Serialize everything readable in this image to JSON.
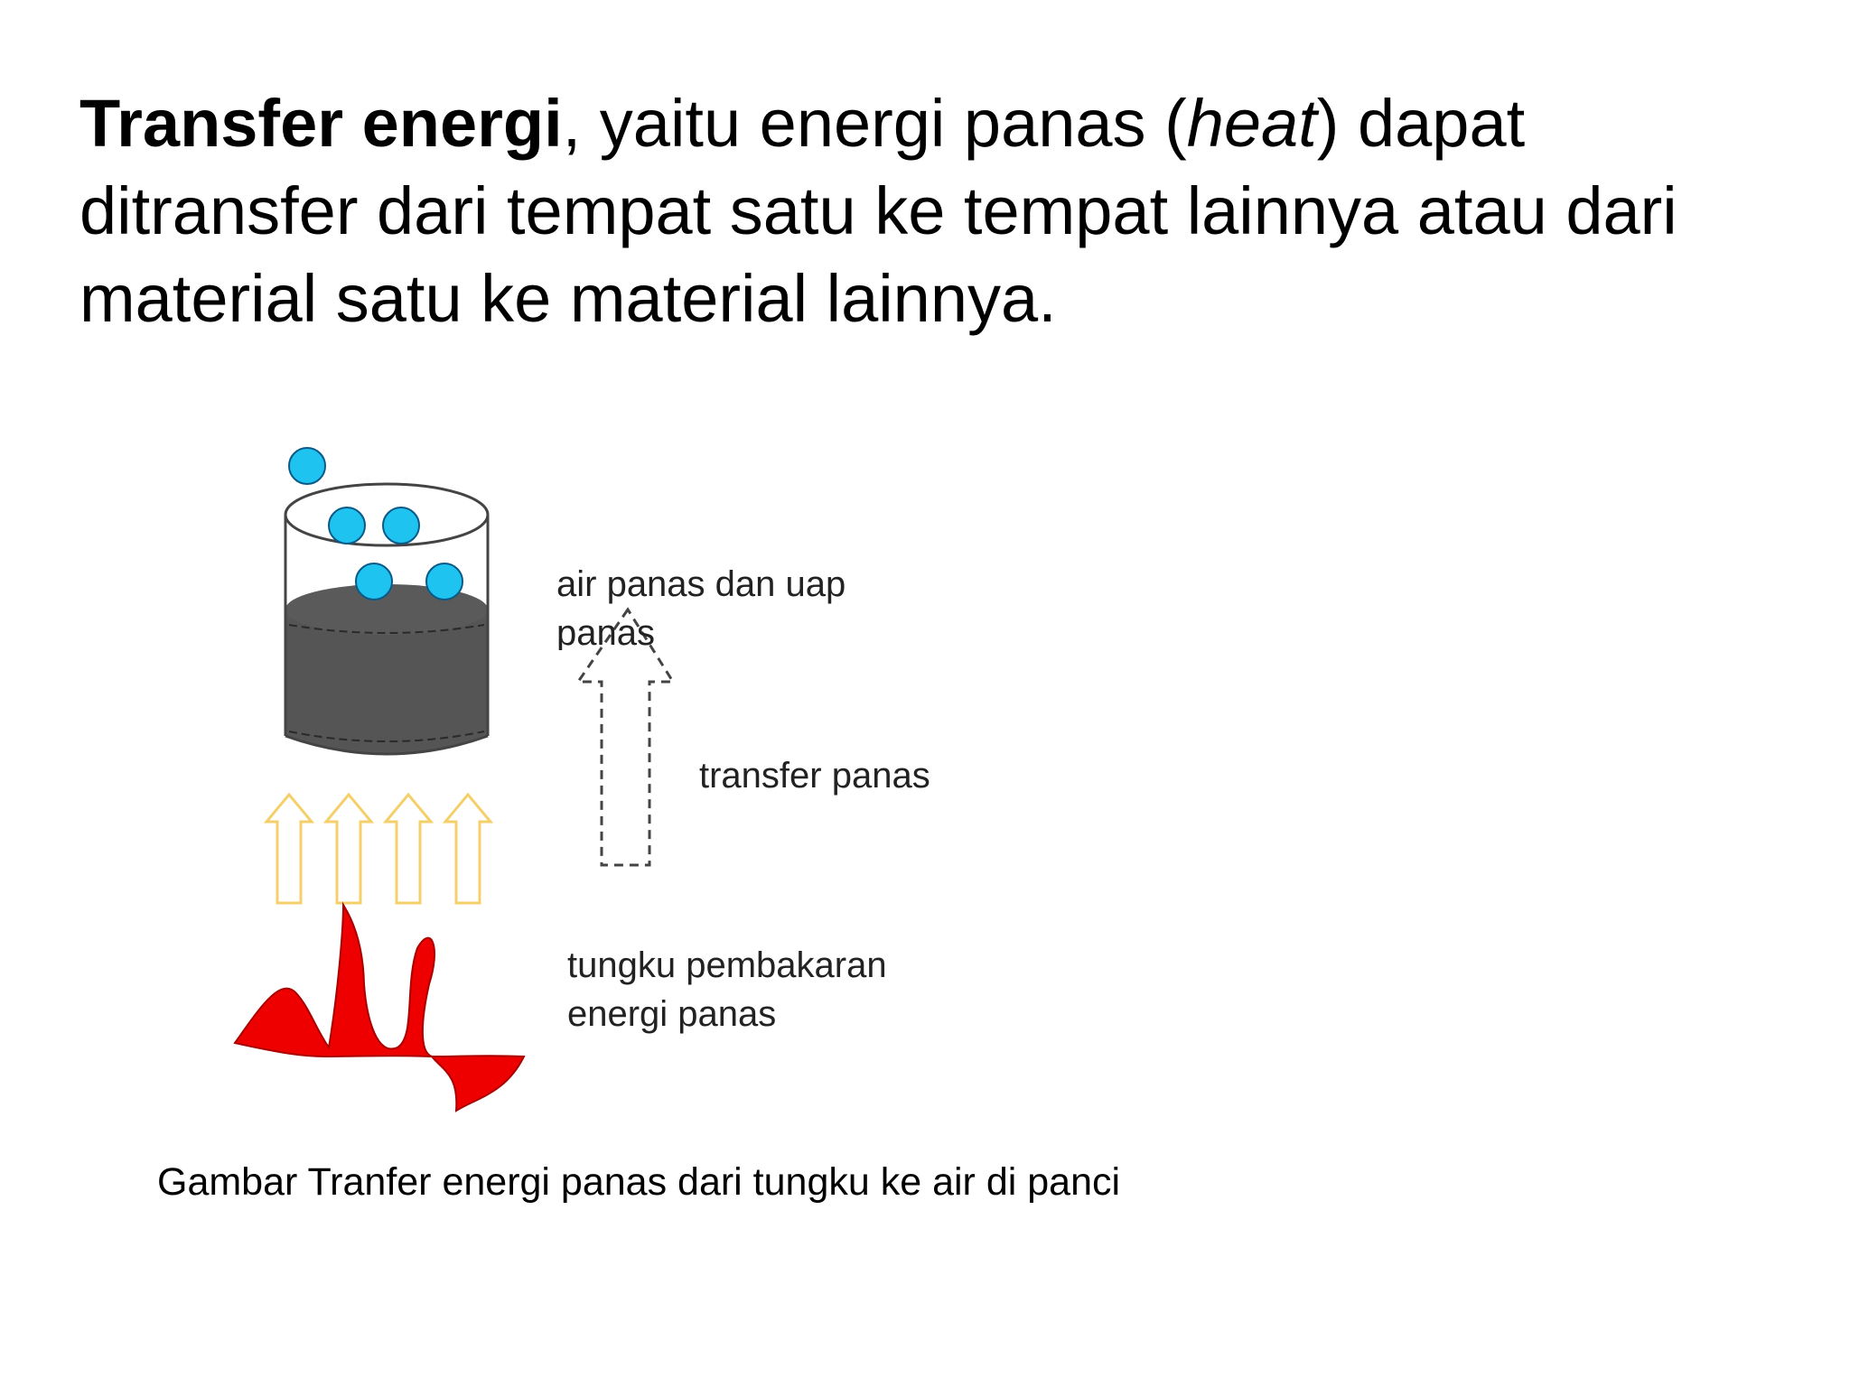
{
  "heading": {
    "term": "Transfer energi",
    "lead": ", yaitu energi panas (",
    "italic": "heat",
    "rest": ") dapat ditransfer dari tempat satu ke tempat lainnya atau dari material satu ke material lainnya."
  },
  "figure": {
    "label_water": "air panas dan uap panas",
    "label_transfer": "transfer panas",
    "label_stove": "tungku pembakaran energi panas",
    "colors": {
      "bubble": "#1ec3f0",
      "water": "#555555",
      "flame": "#ee0000",
      "heat_arrow": "#f5d06a"
    },
    "icons": [
      "pot-icon",
      "bubble-icon",
      "flame-icon",
      "heat-arrow-icon",
      "dashed-arrow-icon"
    ]
  },
  "caption": "Gambar Tranfer energi panas dari tungku ke air di panci"
}
